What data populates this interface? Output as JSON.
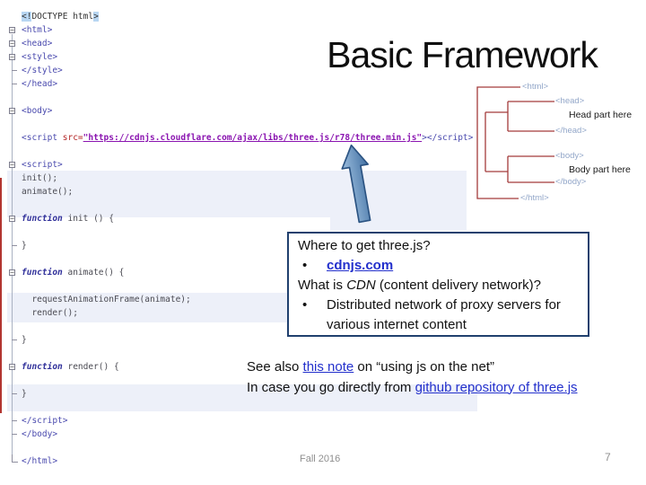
{
  "slide": {
    "title": "Basic Framework",
    "footer": {
      "date": "Fall 2016",
      "page": "7"
    }
  },
  "code_editor": {
    "lines": [
      {
        "g": "",
        "seg": [
          {
            "s": "hl",
            "t": "<!"
          },
          {
            "s": "doc",
            "t": "DOCTYPE html"
          },
          {
            "s": "hl",
            "t": ">"
          }
        ]
      },
      {
        "g": "fold",
        "seg": [
          {
            "s": "tag",
            "t": "<html>"
          }
        ]
      },
      {
        "g": "fold",
        "seg": [
          {
            "s": "tag",
            "t": "<head>"
          }
        ]
      },
      {
        "g": "fold",
        "seg": [
          {
            "s": "tag",
            "t": "<style>"
          }
        ]
      },
      {
        "g": "tick",
        "seg": [
          {
            "s": "tag",
            "t": "</style>"
          }
        ]
      },
      {
        "g": "tick",
        "seg": [
          {
            "s": "tag",
            "t": "</head>"
          }
        ]
      },
      {
        "g": "",
        "seg": []
      },
      {
        "g": "fold",
        "seg": [
          {
            "s": "tag",
            "t": "<body>"
          }
        ]
      },
      {
        "g": "",
        "seg": []
      },
      {
        "g": "",
        "seg": [
          {
            "s": "tag",
            "t": "<script "
          },
          {
            "s": "attr",
            "t": "src="
          },
          {
            "s": "url",
            "t": "\"https://cdnjs.cloudflare.com/ajax/libs/three.js/r78/three.min.js\""
          },
          {
            "s": "tag",
            "t": "></script>"
          }
        ]
      },
      {
        "g": "",
        "seg": []
      },
      {
        "g": "fold",
        "seg": [
          {
            "s": "tag",
            "t": "<script>"
          }
        ]
      },
      {
        "g": "",
        "seg": [
          {
            "s": "plain",
            "t": "init();"
          }
        ]
      },
      {
        "g": "",
        "seg": [
          {
            "s": "plain",
            "t": "animate();"
          }
        ]
      },
      {
        "g": "",
        "seg": []
      },
      {
        "g": "fold",
        "seg": [
          {
            "s": "kw",
            "t": "function"
          },
          {
            "s": "plain",
            "t": " init () {"
          }
        ]
      },
      {
        "g": "",
        "seg": []
      },
      {
        "g": "tick",
        "seg": [
          {
            "s": "plain",
            "t": "}"
          }
        ]
      },
      {
        "g": "",
        "seg": []
      },
      {
        "g": "fold",
        "seg": [
          {
            "s": "kw",
            "t": "function"
          },
          {
            "s": "plain",
            "t": " animate() {"
          }
        ]
      },
      {
        "g": "",
        "seg": []
      },
      {
        "g": "",
        "seg": [
          {
            "s": "plain",
            "t": "  requestAnimationFrame(animate);"
          }
        ]
      },
      {
        "g": "",
        "seg": [
          {
            "s": "plain",
            "t": "  render();"
          }
        ]
      },
      {
        "g": "",
        "seg": []
      },
      {
        "g": "tick",
        "seg": [
          {
            "s": "plain",
            "t": "}"
          }
        ]
      },
      {
        "g": "",
        "seg": []
      },
      {
        "g": "fold",
        "seg": [
          {
            "s": "kw",
            "t": "function"
          },
          {
            "s": "plain",
            "t": " render() {"
          }
        ]
      },
      {
        "g": "",
        "seg": []
      },
      {
        "g": "tick",
        "seg": [
          {
            "s": "plain",
            "t": "}"
          }
        ]
      },
      {
        "g": "",
        "seg": []
      },
      {
        "g": "tick",
        "seg": [
          {
            "s": "tag",
            "t": "</script>"
          }
        ]
      },
      {
        "g": "tick",
        "seg": [
          {
            "s": "tag",
            "t": "</body>"
          }
        ]
      },
      {
        "g": "",
        "seg": []
      },
      {
        "g": "end",
        "seg": [
          {
            "s": "tag",
            "t": "</html>"
          }
        ]
      }
    ]
  },
  "diagram": {
    "html_open": "<html>",
    "head_open": "<head>",
    "head_note": "Head part here",
    "head_close": "</head>",
    "body_open": "<body>",
    "body_note": "Body part here",
    "body_close": "</body>",
    "html_close": "</html>"
  },
  "note_box": {
    "question1": "Where to get three.js?",
    "bullet_char": "•",
    "bullet1_link": "cdnjs.com",
    "question2_pre": "What is ",
    "question2_italic": "CDN",
    "question2_post": " (content delivery network)?",
    "bullet2": "Distributed network of proxy servers for various internet content"
  },
  "see_also": {
    "pre": "See also ",
    "link_label": "this note",
    "post": " on “using js on the net”"
  },
  "direct_line": {
    "pre": "In case you go directly from ",
    "link_label": "github repository of three.js"
  },
  "colors": {
    "diagram_line_red": "#a33b3b",
    "diagram_tag_blue": "#93a7c9",
    "link_blue": "#2330cc",
    "code_band_lavender": "#edf0f9",
    "note_box_border": "#20406e",
    "arrow_blue": "#4472a4"
  }
}
